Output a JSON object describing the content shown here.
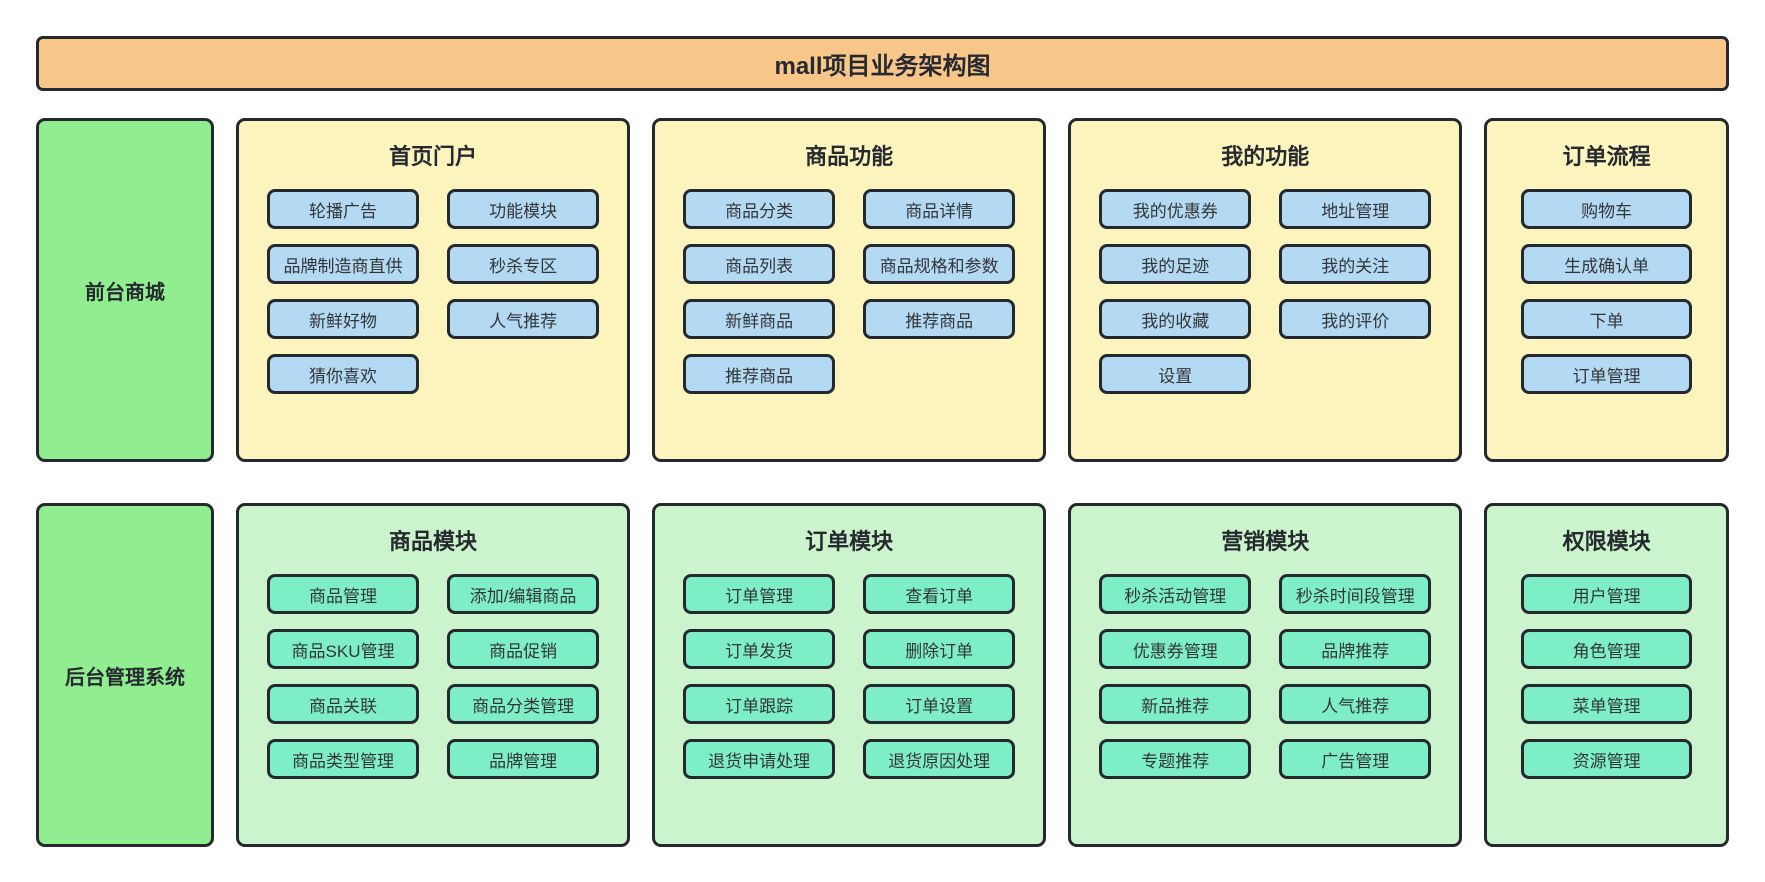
{
  "title": "mall项目业务架构图",
  "colors": {
    "banner_bg": "#F8C689",
    "row_label_bg": "#90EE90",
    "front_section_bg": "#FBF5BD",
    "front_node_bg": "#B4D9F2",
    "back_section_bg": "#CCF4CC",
    "back_node_bg": "#7EEEC6",
    "border": "#25282E"
  },
  "rows": [
    {
      "id": "frontend-mall",
      "label": "前台商城",
      "theme": "front",
      "sections": [
        {
          "id": "home-portal",
          "title": "首页门户",
          "columns": 2,
          "buttons": [
            "轮播广告",
            "功能模块",
            "品牌制造商直供",
            "秒杀专区",
            "新鲜好物",
            "人气推荐",
            "猜你喜欢"
          ]
        },
        {
          "id": "product-features",
          "title": "商品功能",
          "columns": 2,
          "buttons": [
            "商品分类",
            "商品详情",
            "商品列表",
            "商品规格和参数",
            "新鲜商品",
            "推荐商品",
            "推荐商品"
          ]
        },
        {
          "id": "my-features",
          "title": "我的功能",
          "columns": 2,
          "buttons": [
            "我的优惠券",
            "地址管理",
            "我的足迹",
            "我的关注",
            "我的收藏",
            "我的评价",
            "设置"
          ]
        },
        {
          "id": "order-flow",
          "title": "订单流程",
          "columns": 1,
          "buttons": [
            "购物车",
            "生成确认单",
            "下单",
            "订单管理"
          ]
        }
      ]
    },
    {
      "id": "backend-admin",
      "label": "后台管理系统",
      "theme": "back",
      "sections": [
        {
          "id": "product-module",
          "title": "商品模块",
          "columns": 2,
          "buttons": [
            "商品管理",
            "添加/编辑商品",
            "商品SKU管理",
            "商品促销",
            "商品关联",
            "商品分类管理",
            "商品类型管理",
            "品牌管理"
          ]
        },
        {
          "id": "order-module",
          "title": "订单模块",
          "columns": 2,
          "buttons": [
            "订单管理",
            "查看订单",
            "订单发货",
            "删除订单",
            "订单跟踪",
            "订单设置",
            "退货申请处理",
            "退货原因处理"
          ]
        },
        {
          "id": "marketing-module",
          "title": "营销模块",
          "columns": 2,
          "buttons": [
            "秒杀活动管理",
            "秒杀时间段管理",
            "优惠券管理",
            "品牌推荐",
            "新品推荐",
            "人气推荐",
            "专题推荐",
            "广告管理"
          ]
        },
        {
          "id": "permission-module",
          "title": "权限模块",
          "columns": 1,
          "buttons": [
            "用户管理",
            "角色管理",
            "菜单管理",
            "资源管理"
          ]
        }
      ]
    }
  ]
}
